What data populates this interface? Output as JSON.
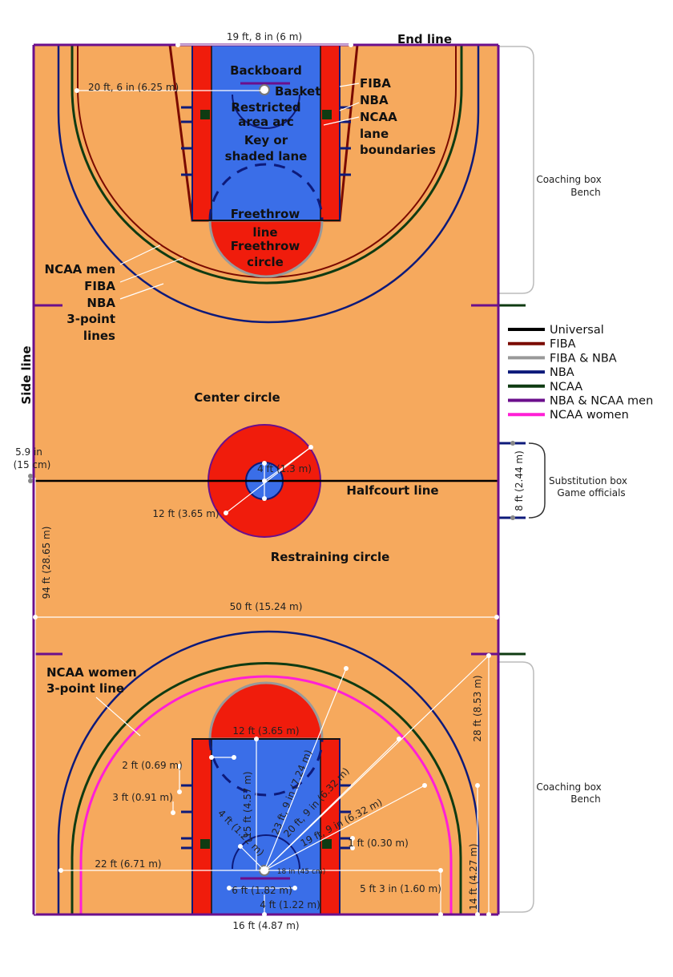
{
  "colors": {
    "court": "#f6a95d",
    "lane_red": "#f01c0c",
    "lane_blue": "#3a6ee8",
    "universal": "#000000",
    "fiba": "#7a0a00",
    "fiba_nba": "#999999",
    "nba": "#0d1a7a",
    "ncaa": "#0f3b12",
    "nba_ncaa_men": "#6b0f8c",
    "ncaa_women": "#ff1fd6"
  },
  "legend": [
    {
      "label": "Universal",
      "color": "#000000"
    },
    {
      "label": "FIBA",
      "color": "#7a0a00"
    },
    {
      "label": "FIBA & NBA",
      "color": "#999999"
    },
    {
      "label": "NBA",
      "color": "#0d1a7a"
    },
    {
      "label": "NCAA",
      "color": "#0f3b12"
    },
    {
      "label": "NBA & NCAA men",
      "color": "#6b0f8c"
    },
    {
      "label": "NCAA women",
      "color": "#ff1fd6"
    }
  ],
  "labels": {
    "end_line": "End line",
    "side_line": "Side line",
    "halfcourt_line": "Halfcourt line",
    "center_circle": "Center circle",
    "restraining_circle": "Restraining circle",
    "backboard": "Backboard",
    "basket": "Basket",
    "restricted_1": "Restricted",
    "restricted_2": "area arc",
    "key_1": "Key or",
    "key_2": "shaded lane",
    "freethrow_line_1": "Freethrow",
    "freethrow_line_2": "line",
    "freethrow_circle_1": "Freethrow",
    "freethrow_circle_2": "circle",
    "lane_fiba": "FIBA",
    "lane_nba": "NBA",
    "lane_ncaa": "NCAA",
    "lane_lane": "lane",
    "lane_boundaries": "boundaries",
    "three_pt_1": "NCAA men",
    "three_pt_2": "FIBA",
    "three_pt_3": "NBA",
    "three_pt_4": "3-point",
    "three_pt_5": "lines",
    "ncaa_women_1": "NCAA women",
    "ncaa_women_2": "3-point line",
    "coaching_box_top_1": "Coaching box",
    "coaching_box_top_2": "Bench",
    "coaching_box_bottom_1": "Coaching box",
    "coaching_box_bottom_2": "Bench",
    "substitution_1": "Substitution box",
    "substitution_2": "Game officials"
  },
  "dimensions": {
    "d_19ft8": "19 ft, 8 in (6 m)",
    "d_20ft6": "20 ft, 6 in (6.25 m)",
    "d_5_9in_1": "5.9 in",
    "d_5_9in_2": "(15 cm)",
    "d_4ft_13": "4 ft (1.3 m)",
    "d_12ft_center": "12 ft (3.65 m)",
    "d_8ft": "8 ft (2.44 m)",
    "d_94ft": "94 ft (28.65 m)",
    "d_50ft": "50 ft (15.24 m)",
    "d_28ft": "28 ft (8.53 m)",
    "d_12ft_lane": "12 ft (3.65 m)",
    "d_2ft": "2 ft (0.69 m)",
    "d_3ft": "3 ft (0.91 m)",
    "d_15ft": "15 ft (4.57 m)",
    "d_23ft9": "23 ft, 9 in (7.24 m)",
    "d_20ft9": "20 ft, 9 in (6.32 m)",
    "d_19ft9": "19 ft, 9 in (6.32 m)",
    "d_4ft_122": "4 ft (1.22 m)",
    "d_1ft": "1 ft (0.30 m)",
    "d_22ft": "22 ft (6.71 m)",
    "d_18in": "18 in (45 cm)",
    "d_6ft": "6 ft (1.82 m)",
    "d_4ft_bottom": "4 ft (1.22 m)",
    "d_5ft3": "5 ft 3 in (1.60 m)",
    "d_14ft": "14 ft (4.27 m)",
    "d_16ft": "16 ft (4.87 m)"
  }
}
